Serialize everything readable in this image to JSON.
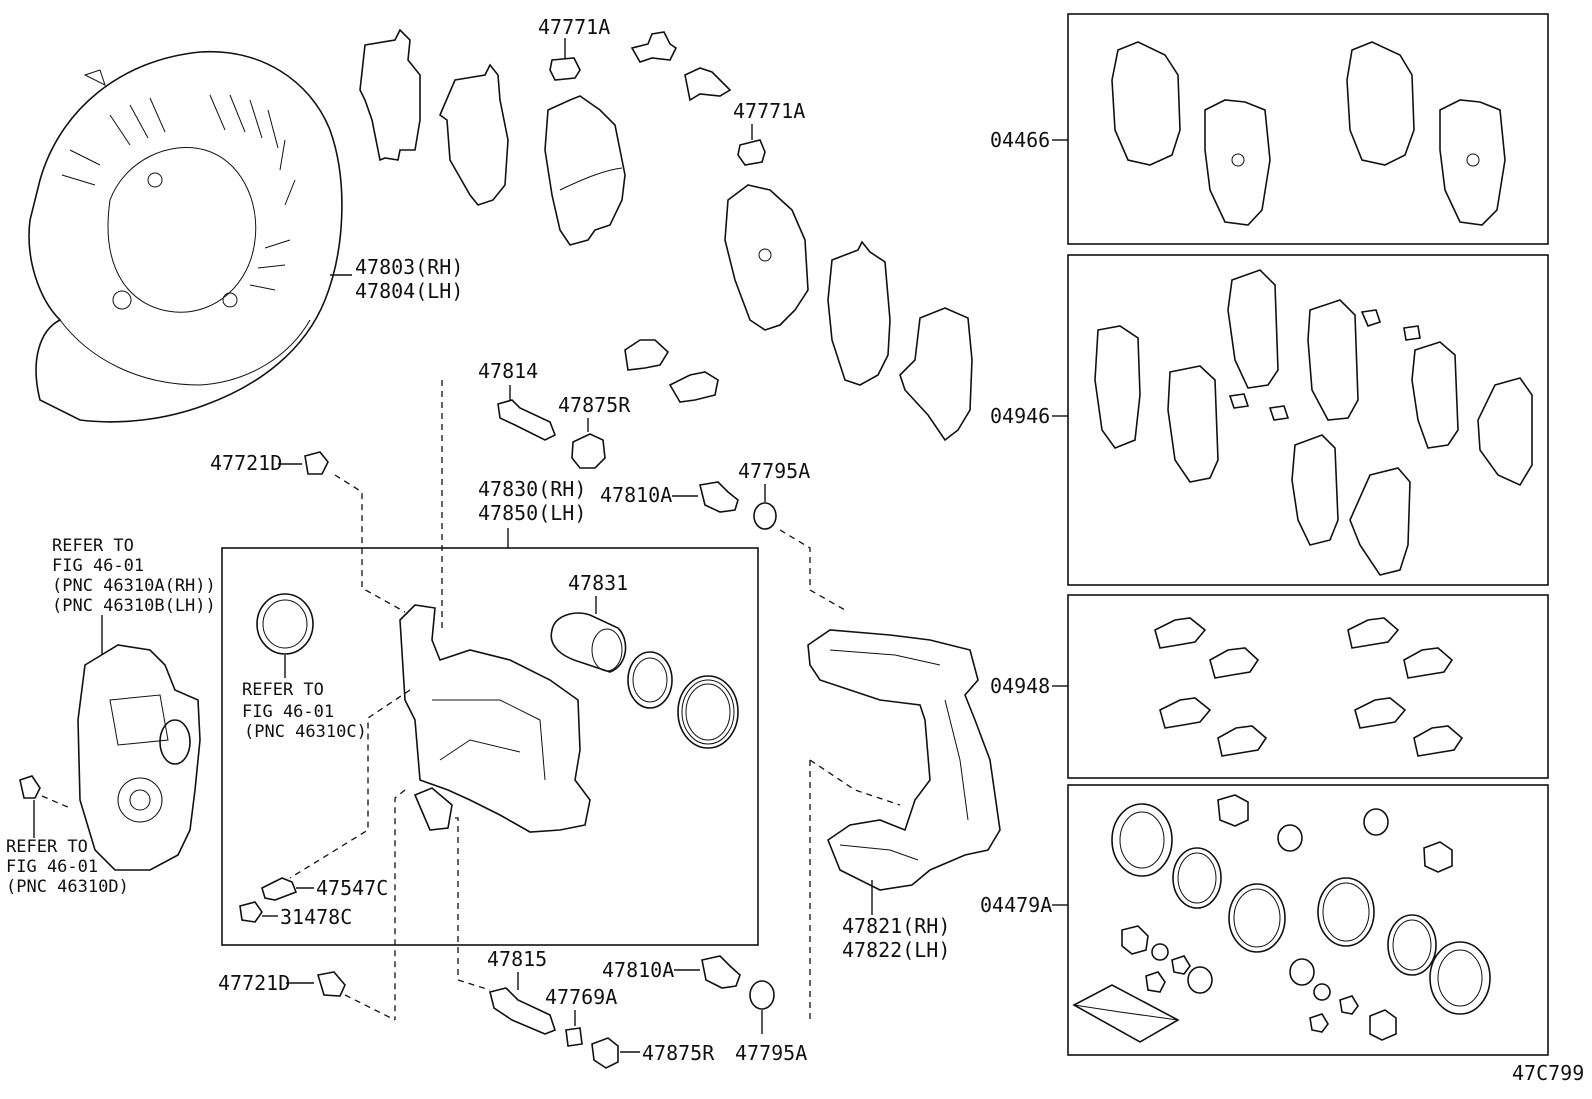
{
  "diagram_id": "47C799",
  "labels": {
    "l47803": "47803(RH)",
    "l47804": "47804(LH)",
    "l47771a_1": "47771A",
    "l47771a_2": "47771A",
    "l47814": "47814",
    "l47875r_1": "47875R",
    "l47721d_1": "47721D",
    "l47830": "47830(RH)",
    "l47850": "47850(LH)",
    "l47810a_1": "47810A",
    "l47795a_1": "47795A",
    "l47831": "47831",
    "l47547c": "47547C",
    "l31478c": "31478C",
    "l47721d_2": "47721D",
    "l47815": "47815",
    "l47769a": "47769A",
    "l47875r_2": "47875R",
    "l47810a_2": "47810A",
    "l47795a_2": "47795A",
    "l47821": "47821(RH)",
    "l47822": "47822(LH)",
    "l04466": "04466",
    "l04946": "04946",
    "l04948": "04948",
    "l04479a": "04479A"
  },
  "notes": {
    "refer1_l1": "REFER TO",
    "refer1_l2": "FIG 46-01",
    "refer1_l3": "(PNC 46310A(RH))",
    "refer1_l4": "(PNC 46310B(LH))",
    "refer2_l1": "REFER TO",
    "refer2_l2": "FIG 46-01",
    "refer2_l3": "(PNC 46310C)",
    "refer3_l1": "REFER TO",
    "refer3_l2": "FIG 46-01",
    "refer3_l3": "(PNC 46310D)"
  }
}
